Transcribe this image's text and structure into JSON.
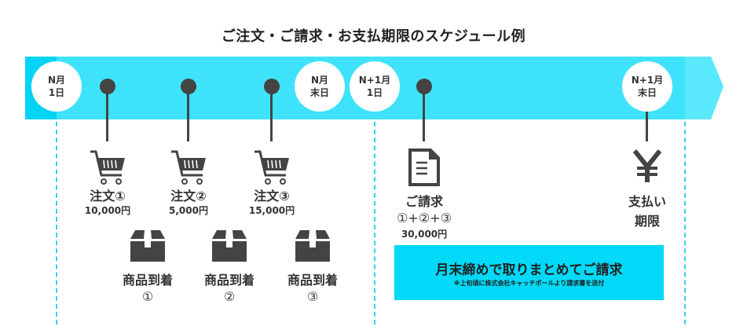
{
  "title": "ご注文・ご請求・お支払期限のスケジュール例",
  "colors": {
    "band": "#3ee3fb",
    "band_start": "#00d4f4",
    "band_end": "#5ae9fc",
    "box": "#00d9f7",
    "icon": "#444444",
    "dash": "#2fd3f0"
  },
  "milestones": [
    {
      "line1": "N月",
      "line2": "1日"
    },
    {
      "line1": "N月",
      "line2": "末日"
    },
    {
      "line1": "N+1月",
      "line2": "1日"
    },
    {
      "line1": "N+1月",
      "line2": "末日"
    }
  ],
  "orders": [
    {
      "icon": "cart-icon",
      "label": "注文①",
      "amount": "10,000円"
    },
    {
      "icon": "cart-icon",
      "label": "注文②",
      "amount": "5,000円"
    },
    {
      "icon": "cart-icon",
      "label": "注文③",
      "amount": "15,000円"
    }
  ],
  "deliveries": [
    {
      "icon": "package-icon",
      "label": "商品到着",
      "num": "①"
    },
    {
      "icon": "package-icon",
      "label": "商品到着",
      "num": "②"
    },
    {
      "icon": "package-icon",
      "label": "商品到着",
      "num": "③"
    }
  ],
  "invoice": {
    "icon": "document-icon",
    "label": "ご請求",
    "formula": "①+②+③",
    "amount": "30,000円"
  },
  "payment": {
    "icon": "yen-icon",
    "line1": "支払い",
    "line2": "期限"
  },
  "summary": {
    "main": "月末締めで取りまとめてご請求",
    "note": "※上旬頃に株式会社キャッチボールより請求書を送付"
  }
}
